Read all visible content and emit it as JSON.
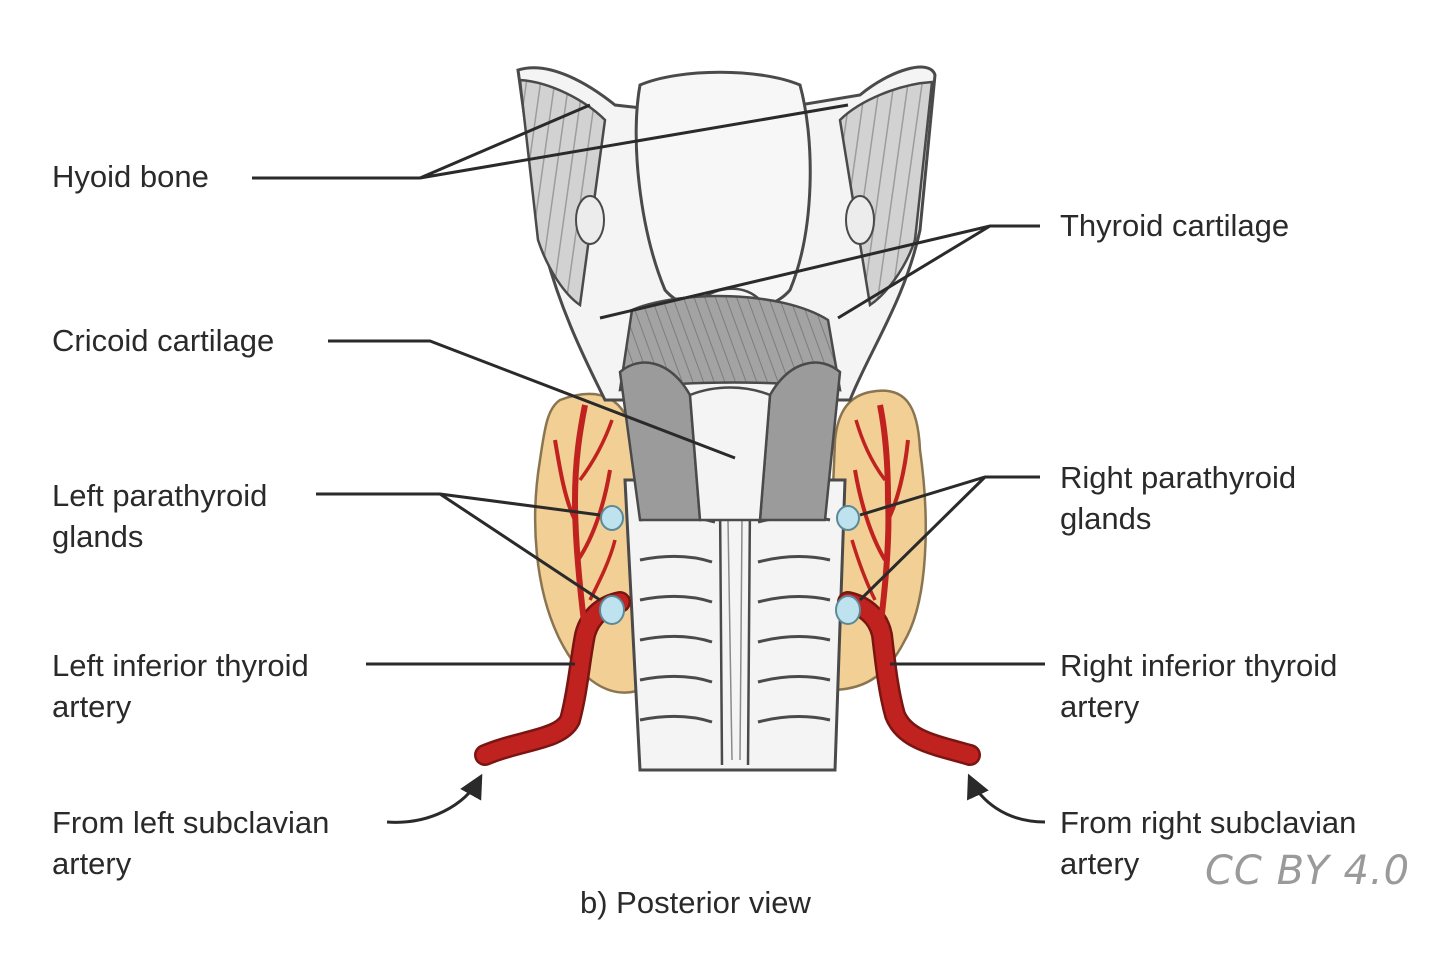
{
  "caption": "b) Posterior view",
  "license": "CC BY 4.0",
  "labels": {
    "hyoid_bone": "Hyoid bone",
    "thyroid_cartilage": "Thyroid cartilage",
    "cricoid_cartilage": "Cricoid cartilage",
    "left_parathyroid": [
      "Left parathyroid",
      "glands"
    ],
    "right_parathyroid": [
      "Right parathyroid",
      "glands"
    ],
    "left_inferior_thyroid_artery": [
      "Left inferior thyroid",
      "artery"
    ],
    "right_inferior_thyroid_artery": [
      "Right inferior thyroid",
      "artery"
    ],
    "from_left_subclavian": [
      "From left subclavian",
      "artery"
    ],
    "from_right_subclavian": [
      "From right subclavian",
      "artery"
    ]
  },
  "colors": {
    "bone": "#f4f4f4",
    "outline": "#4a4a4a",
    "muscle": "#a9a9a9",
    "thyroid_gland": "#f1cf95",
    "artery": "#c0221f",
    "parathyroid": "#bfe3ee",
    "leader": "#2a2a2a"
  }
}
